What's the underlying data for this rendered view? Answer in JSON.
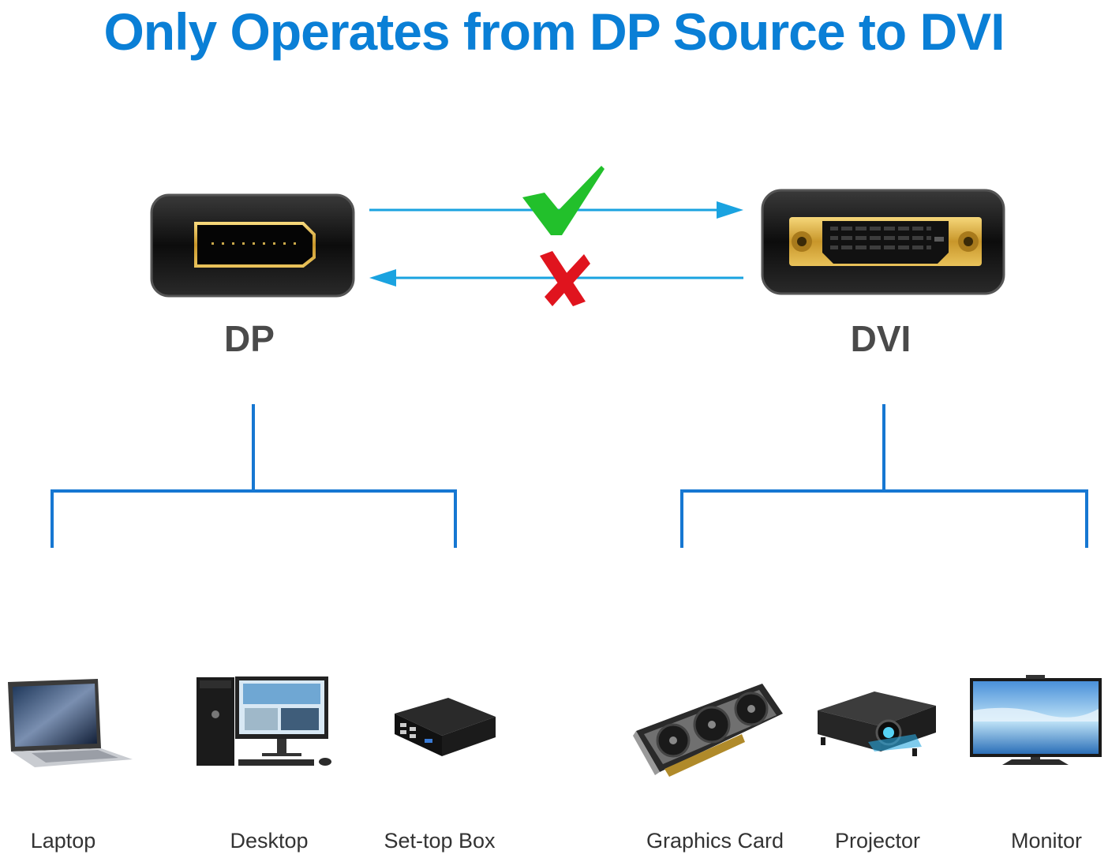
{
  "title": "Only Operates from DP Source to DVI",
  "source": {
    "label": "DP"
  },
  "target": {
    "label": "DVI"
  },
  "direction": {
    "forward": "supported",
    "reverse": "not-supported",
    "forward_icon": "check-icon",
    "reverse_icon": "cross-icon"
  },
  "source_devices": [
    {
      "name": "Laptop",
      "icon": "laptop-icon"
    },
    {
      "name": "Desktop",
      "icon": "desktop-icon"
    },
    {
      "name": "Set-top Box",
      "icon": "set-top-box-icon"
    }
  ],
  "target_devices": [
    {
      "name": "Graphics Card",
      "icon": "graphics-card-icon"
    },
    {
      "name": "Projector",
      "icon": "projector-icon"
    },
    {
      "name": "Monitor",
      "icon": "monitor-icon"
    }
  ],
  "colors": {
    "title": "#0a7fd6",
    "arrow": "#1aa3e0",
    "tree": "#1677d2",
    "check": "#22c02b",
    "cross": "#e0141e",
    "connector_gold": "#d4a530"
  }
}
